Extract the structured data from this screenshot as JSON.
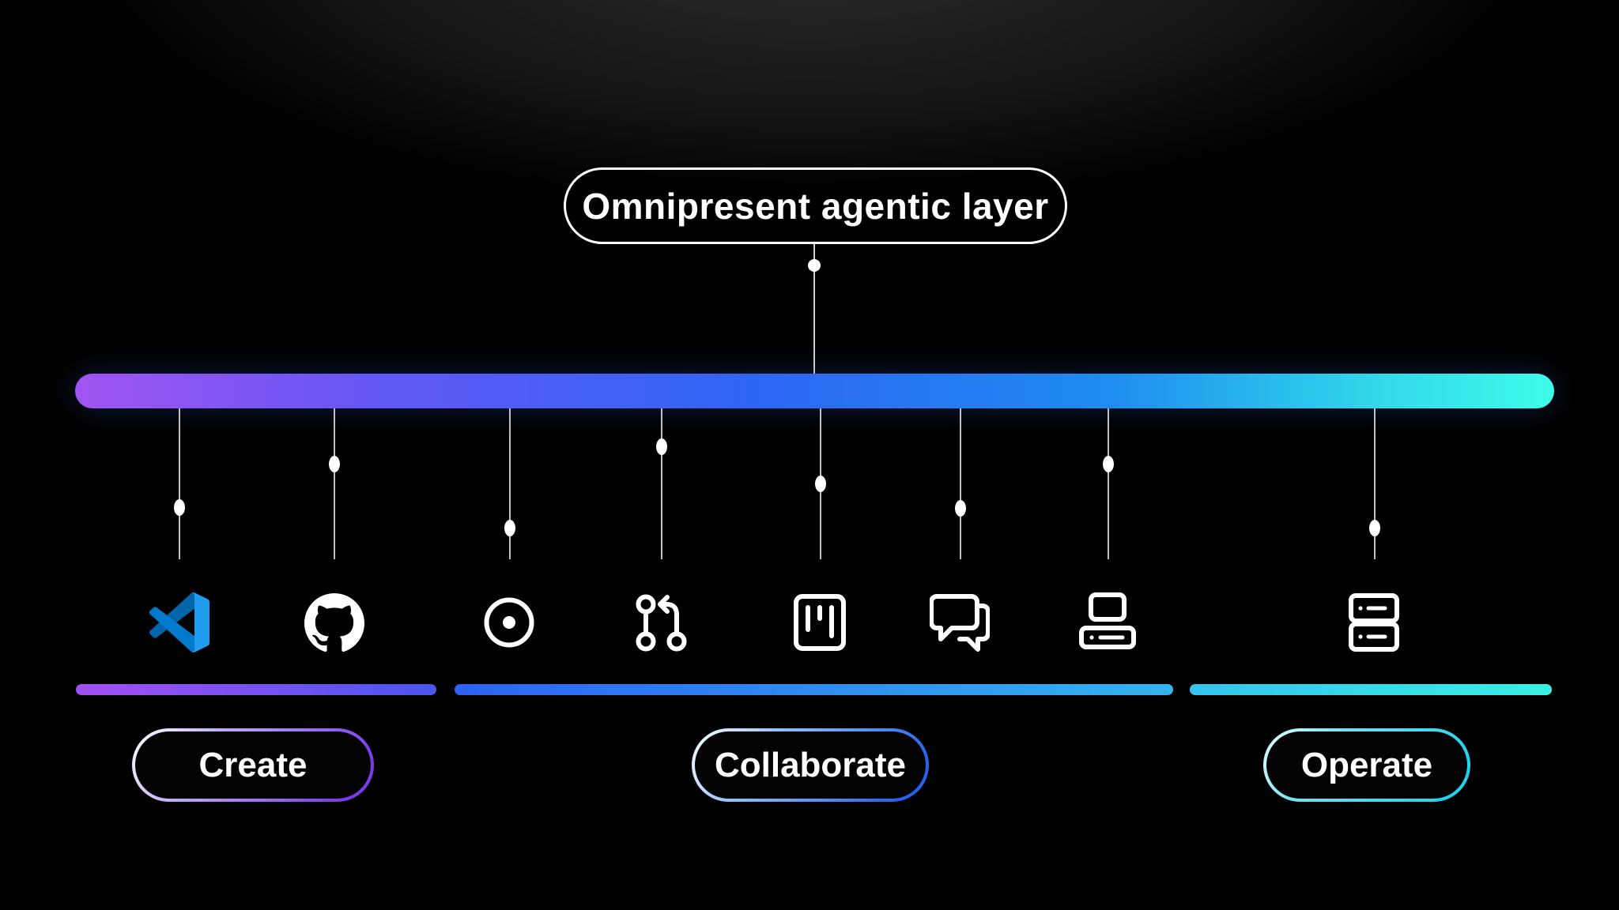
{
  "title": {
    "label": "Omnipresent agentic layer"
  },
  "layer_bar": {
    "gradient": [
      "#a155f2",
      "#2d66f3",
      "#3ffbe9"
    ],
    "description_icons": "gradient bar connecting agentic layer to tools"
  },
  "tools": [
    {
      "name": "vscode",
      "icon": "vscode-icon",
      "group": "Create"
    },
    {
      "name": "github",
      "icon": "github-icon",
      "group": "Create"
    },
    {
      "name": "issue-record",
      "icon": "record-circle-icon",
      "group": "Collaborate"
    },
    {
      "name": "git-pull-request",
      "icon": "git-pull-request-icon",
      "group": "Collaborate"
    },
    {
      "name": "project-board",
      "icon": "project-board-icon",
      "group": "Collaborate"
    },
    {
      "name": "discussions",
      "icon": "comment-discussion-icon",
      "group": "Collaborate"
    },
    {
      "name": "codespaces",
      "icon": "desktop-computer-icon",
      "group": "Collaborate"
    },
    {
      "name": "server",
      "icon": "server-rack-icon",
      "group": "Operate"
    }
  ],
  "groups": [
    {
      "label": "Create",
      "accent": "#7c3aed"
    },
    {
      "label": "Collaborate",
      "accent": "#2563eb"
    },
    {
      "label": "Operate",
      "accent": "#22d3ee"
    }
  ],
  "colors": {
    "background": "#000000",
    "text": "#ffffff"
  }
}
